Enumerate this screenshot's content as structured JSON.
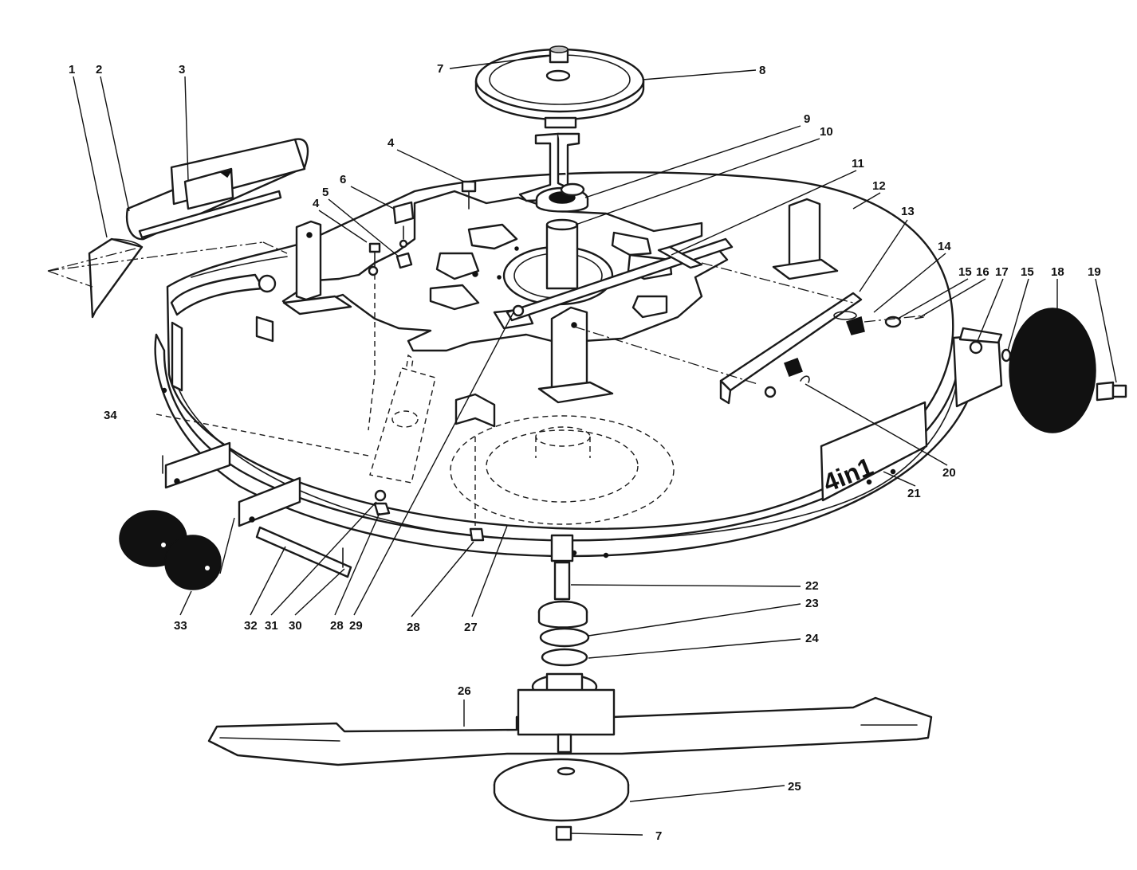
{
  "decal_text": "4in1",
  "callouts": [
    {
      "id": "c1",
      "label": "1"
    },
    {
      "id": "c2",
      "label": "2"
    },
    {
      "id": "c3",
      "label": "3"
    },
    {
      "id": "c4a",
      "label": "4"
    },
    {
      "id": "c4b",
      "label": "4"
    },
    {
      "id": "c5",
      "label": "5"
    },
    {
      "id": "c6",
      "label": "6"
    },
    {
      "id": "c7a",
      "label": "7"
    },
    {
      "id": "c7b",
      "label": "7"
    },
    {
      "id": "c8",
      "label": "8"
    },
    {
      "id": "c9",
      "label": "9"
    },
    {
      "id": "c10",
      "label": "10"
    },
    {
      "id": "c11",
      "label": "11"
    },
    {
      "id": "c12",
      "label": "12"
    },
    {
      "id": "c13",
      "label": "13"
    },
    {
      "id": "c14",
      "label": "14"
    },
    {
      "id": "c15a",
      "label": "15"
    },
    {
      "id": "c16",
      "label": "16"
    },
    {
      "id": "c17",
      "label": "17"
    },
    {
      "id": "c15b",
      "label": "15"
    },
    {
      "id": "c18",
      "label": "18"
    },
    {
      "id": "c19",
      "label": "19"
    },
    {
      "id": "c20",
      "label": "20"
    },
    {
      "id": "c21",
      "label": "21"
    },
    {
      "id": "c22",
      "label": "22"
    },
    {
      "id": "c23",
      "label": "23"
    },
    {
      "id": "c24",
      "label": "24"
    },
    {
      "id": "c25",
      "label": "25"
    },
    {
      "id": "c26",
      "label": "26"
    },
    {
      "id": "c27",
      "label": "27"
    },
    {
      "id": "c28a",
      "label": "28"
    },
    {
      "id": "c28b",
      "label": "28"
    },
    {
      "id": "c29",
      "label": "29"
    },
    {
      "id": "c30",
      "label": "30"
    },
    {
      "id": "c31",
      "label": "31"
    },
    {
      "id": "c32",
      "label": "32"
    },
    {
      "id": "c33",
      "label": "33"
    },
    {
      "id": "c34",
      "label": "34"
    }
  ]
}
